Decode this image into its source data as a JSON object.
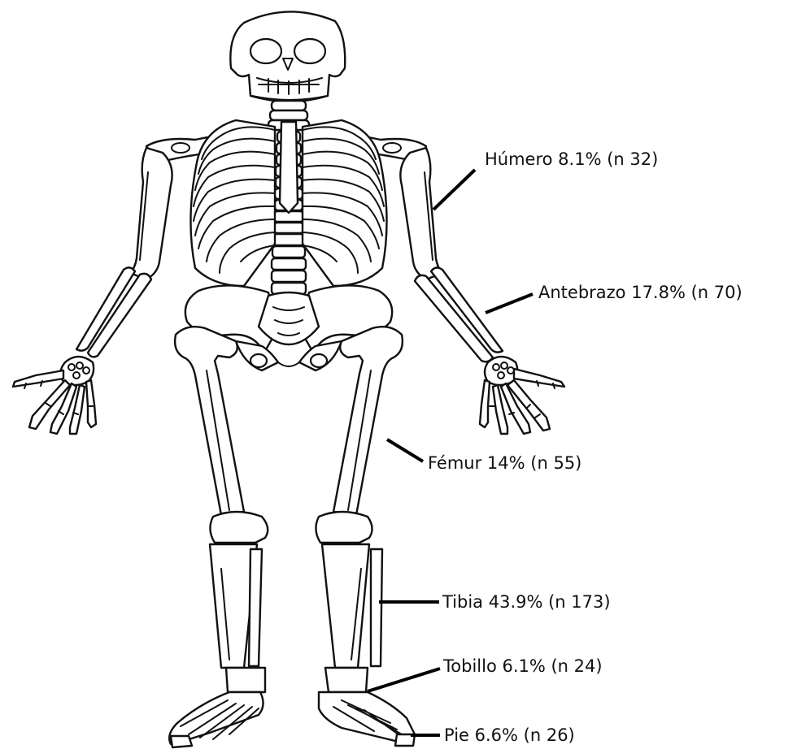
{
  "diagram": {
    "labels": {
      "humero": "Húmero 8.1% (n 32)",
      "antebrazo": "Antebrazo 17.8% (n 70)",
      "femur": "Fémur 14% (n 55)",
      "tibia": "Tibia 43.9% (n 173)",
      "tobillo": "Tobillo 6.1% (n 24)",
      "pie": "Pie 6.6% (n 26)"
    },
    "fractures": [
      {
        "region": "Húmero",
        "percent": 8.1,
        "n": 32
      },
      {
        "region": "Antebrazo",
        "percent": 17.8,
        "n": 70
      },
      {
        "region": "Fémur",
        "percent": 14,
        "n": 55
      },
      {
        "region": "Tibia",
        "percent": 43.9,
        "n": 173
      },
      {
        "region": "Tobillo",
        "percent": 6.1,
        "n": 24
      },
      {
        "region": "Pie",
        "percent": 6.6,
        "n": 26
      }
    ],
    "line_color": "#000000",
    "background_color": "#ffffff"
  }
}
